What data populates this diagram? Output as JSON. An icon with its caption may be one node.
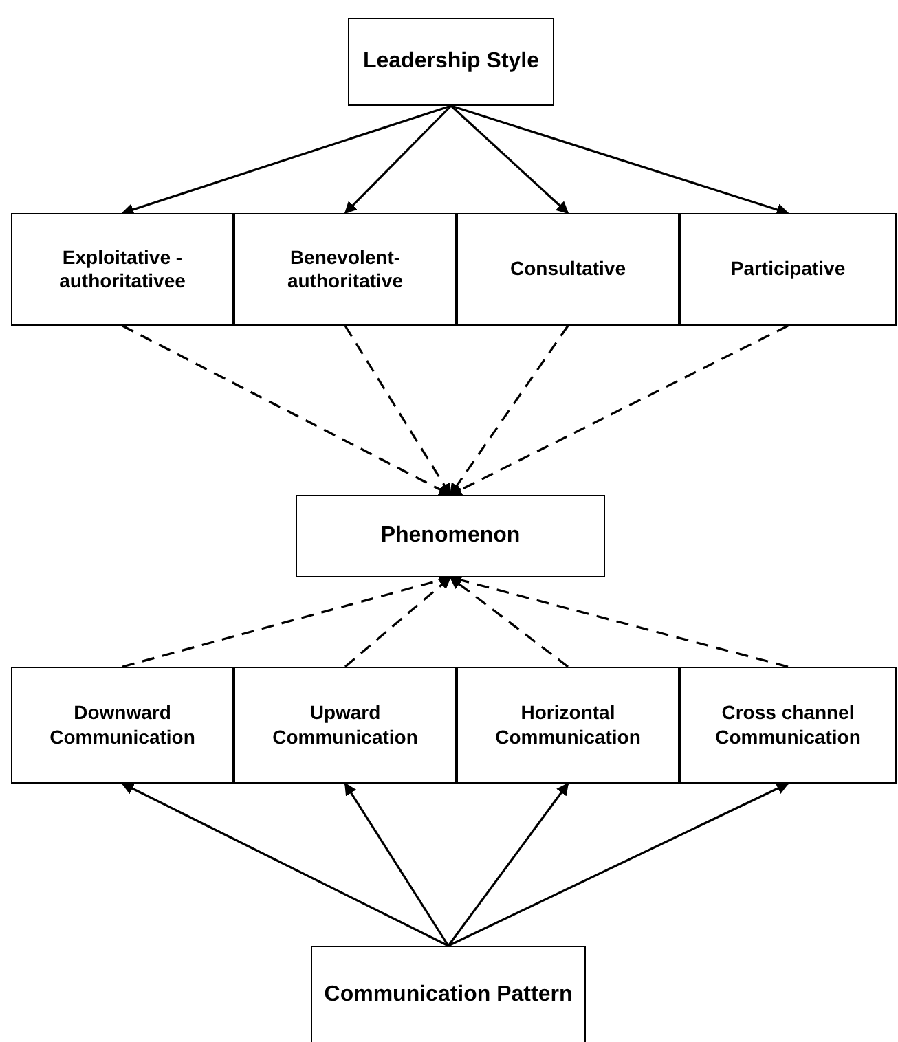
{
  "diagram": {
    "nodes": [
      {
        "text": [
          "Leadership Style"
        ]
      },
      {
        "text": [
          "Exploitative - authoritativee"
        ]
      },
      {
        "text": [
          "Benevolent- authoritative"
        ]
      },
      {
        "text": [
          "Consultative"
        ]
      },
      {
        "text": [
          "Participative"
        ]
      },
      {
        "text": [
          "Phenomenon"
        ]
      },
      {
        "text": [
          "Downward Communication"
        ]
      },
      {
        "text": [
          "Upward Communication"
        ]
      },
      {
        "text": [
          "Horizontal Communication"
        ]
      },
      {
        "text": [
          "Cross channel Communication"
        ]
      },
      {
        "text": [
          "Communication Pattern"
        ]
      }
    ],
    "edges": [
      {
        "from": 0,
        "to": 1,
        "arrow": "to"
      },
      {
        "from": 0,
        "to": 2,
        "arrow": "to"
      },
      {
        "from": 0,
        "to": 3,
        "arrow": "to"
      },
      {
        "from": 0,
        "to": 4,
        "arrow": "to"
      },
      {
        "from": 1,
        "to": 5,
        "arrow": "to",
        "style": "dashed"
      },
      {
        "from": 2,
        "to": 5,
        "arrow": "to",
        "style": "dashed"
      },
      {
        "from": 3,
        "to": 5,
        "arrow": "to",
        "style": "dashed"
      },
      {
        "from": 4,
        "to": 5,
        "arrow": "to",
        "style": "dashed"
      },
      {
        "from": 6,
        "to": 5,
        "arrow": "to",
        "style": "dashed"
      },
      {
        "from": 7,
        "to": 5,
        "arrow": "to",
        "style": "dashed"
      },
      {
        "from": 8,
        "to": 5,
        "arrow": "to",
        "style": "dashed"
      },
      {
        "from": 9,
        "to": 5,
        "arrow": "to",
        "style": "dashed"
      },
      {
        "from": 10,
        "to": 6,
        "arrow": "to"
      },
      {
        "from": 10,
        "to": 7,
        "arrow": "to"
      },
      {
        "from": 10,
        "to": 8,
        "arrow": "to"
      },
      {
        "from": 10,
        "to": 9,
        "arrow": "to"
      }
    ]
  }
}
